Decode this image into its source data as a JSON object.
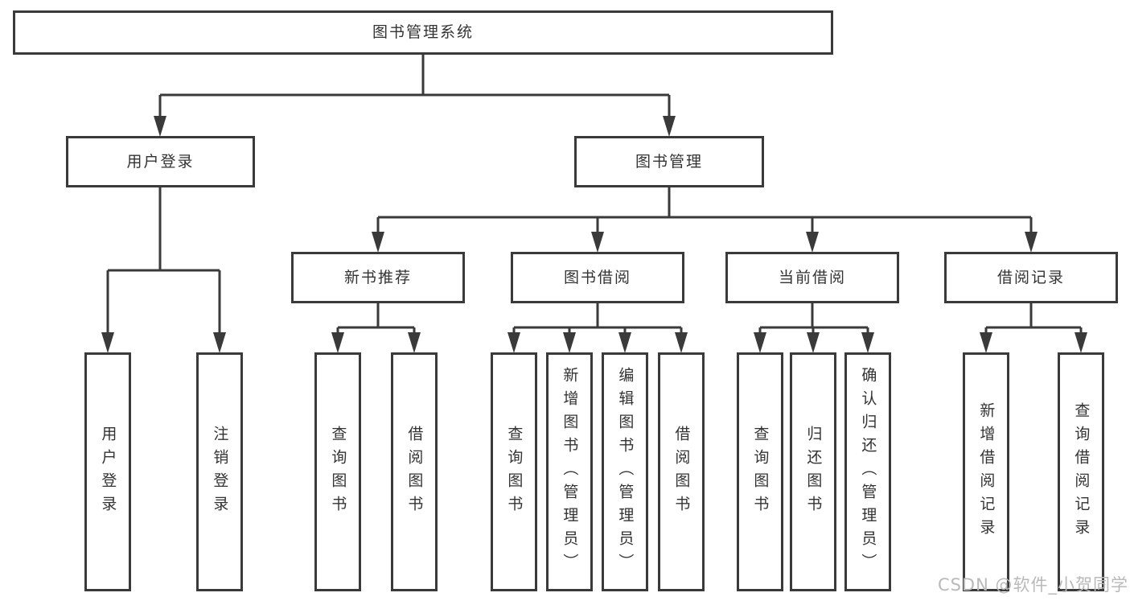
{
  "tree": {
    "root": {
      "label": "图书管理系统",
      "children": [
        {
          "label": "用户登录",
          "children": [
            {
              "label": "用户登录"
            },
            {
              "label": "注销登录"
            }
          ]
        },
        {
          "label": "图书管理",
          "children": [
            {
              "label": "新书推荐",
              "children": [
                {
                  "label": "查询图书"
                },
                {
                  "label": "借阅图书"
                }
              ]
            },
            {
              "label": "图书借阅",
              "children": [
                {
                  "label": "查询图书"
                },
                {
                  "label": "新增图书（管理员）"
                },
                {
                  "label": "编辑图书（管理员）"
                },
                {
                  "label": "借阅图书"
                }
              ]
            },
            {
              "label": "当前借阅",
              "children": [
                {
                  "label": "查询图书"
                },
                {
                  "label": "归还图书"
                },
                {
                  "label": "确认归还（管理员）"
                }
              ]
            },
            {
              "label": "借阅记录",
              "children": [
                {
                  "label": "新增借阅记录"
                },
                {
                  "label": "查询借阅记录"
                }
              ]
            }
          ]
        }
      ]
    }
  },
  "watermark": "CSDN @软件_小贺同学",
  "colors": {
    "line": "#3a3a3a",
    "text": "#333333",
    "box_background": "#ffffff",
    "watermark": "#b9b9b9"
  }
}
